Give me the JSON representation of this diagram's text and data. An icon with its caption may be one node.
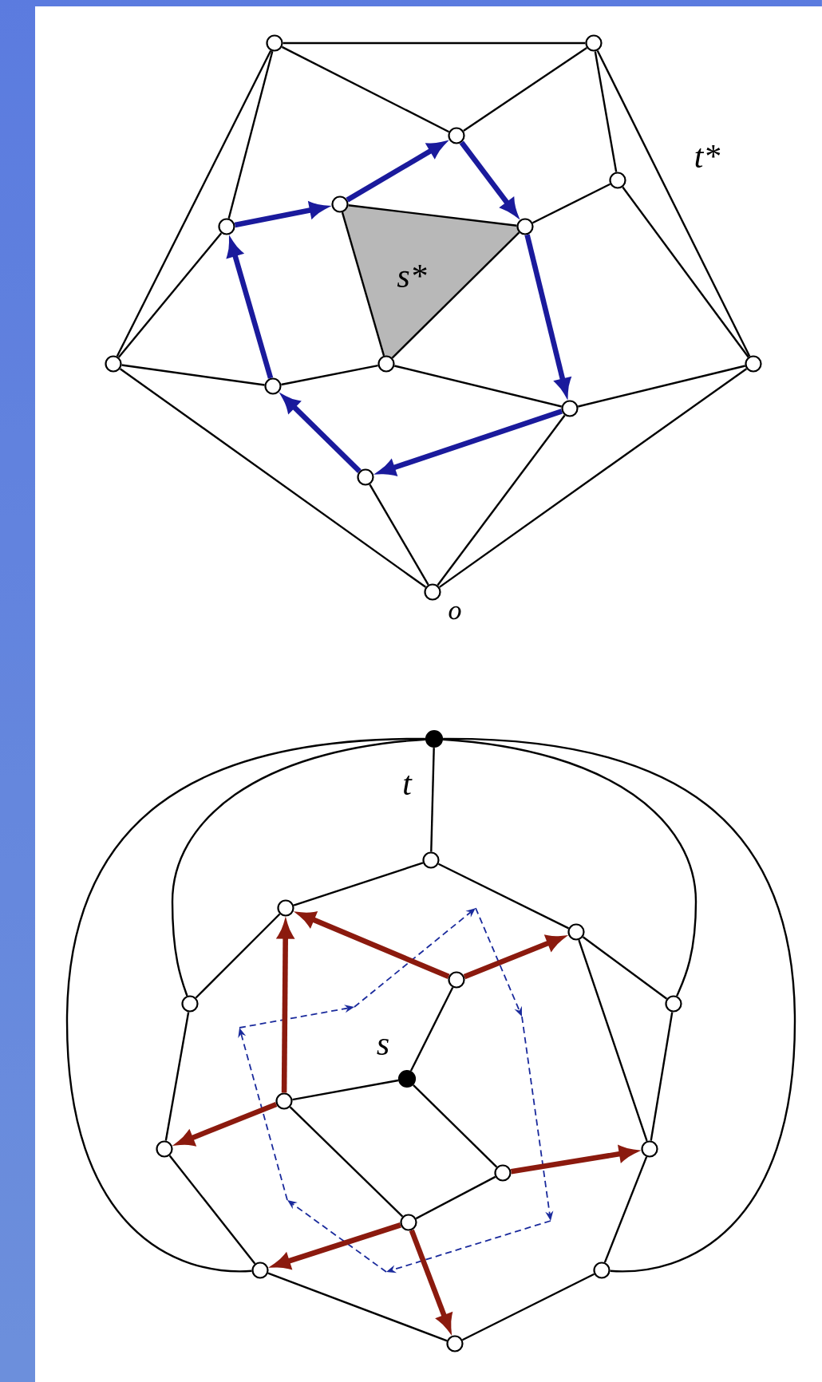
{
  "diagram": {
    "nodes": [
      {
        "text": [],
        "shape": "circle"
      },
      {
        "text": [],
        "shape": "circle"
      },
      {
        "text": [],
        "shape": "circle"
      },
      {
        "text": [],
        "shape": "circle"
      },
      {
        "text": [],
        "shape": "circle"
      },
      {
        "text": [],
        "shape": "circle"
      },
      {
        "text": [],
        "shape": "circle"
      },
      {
        "text": [],
        "shape": "circle"
      },
      {
        "text": [],
        "shape": "circle"
      },
      {
        "text": [],
        "shape": "circle"
      },
      {
        "text": [],
        "shape": "circle"
      },
      {
        "text": [],
        "shape": "circle"
      },
      {
        "text": [],
        "shape": "circle"
      },
      {
        "text": [],
        "shape": "circle",
        "beside": [
          "o"
        ]
      },
      {
        "text": [],
        "shape": "dot"
      },
      {
        "text": [],
        "shape": "circle"
      },
      {
        "text": [],
        "shape": "circle"
      },
      {
        "text": [],
        "shape": "circle"
      },
      {
        "text": [],
        "shape": "circle"
      },
      {
        "text": [],
        "shape": "circle"
      },
      {
        "text": [],
        "shape": "circle"
      },
      {
        "text": [],
        "shape": "dot"
      },
      {
        "text": [],
        "shape": "circle"
      },
      {
        "text": [],
        "shape": "circle"
      },
      {
        "text": [],
        "shape": "circle"
      },
      {
        "text": [],
        "shape": "circle"
      },
      {
        "text": [],
        "shape": "circle"
      },
      {
        "text": [],
        "shape": "circle"
      },
      {
        "text": [],
        "shape": "circle"
      },
      {
        "text": [],
        "shape": "circle"
      }
    ],
    "edges": [
      {
        "from": 0,
        "to": 1,
        "arrow": "none"
      },
      {
        "from": 0,
        "to": 2,
        "arrow": "none"
      },
      {
        "from": 2,
        "to": 1,
        "arrow": "none"
      },
      {
        "from": 0,
        "to": 7,
        "arrow": "none"
      },
      {
        "from": 0,
        "to": 5,
        "arrow": "none"
      },
      {
        "from": 1,
        "to": 3,
        "arrow": "none"
      },
      {
        "from": 1,
        "to": 10,
        "arrow": "none"
      },
      {
        "from": 3,
        "to": 6,
        "arrow": "none"
      },
      {
        "from": 3,
        "to": 10,
        "arrow": "none"
      },
      {
        "from": 4,
        "to": 6,
        "arrow": "none"
      },
      {
        "from": 4,
        "to": 8,
        "arrow": "none"
      },
      {
        "from": 6,
        "to": 8,
        "arrow": "none"
      },
      {
        "from": 7,
        "to": 5,
        "arrow": "none"
      },
      {
        "from": 7,
        "to": 9,
        "arrow": "none"
      },
      {
        "from": 7,
        "to": 13,
        "arrow": "none"
      },
      {
        "from": 9,
        "to": 8,
        "arrow": "none"
      },
      {
        "from": 8,
        "to": 11,
        "arrow": "none"
      },
      {
        "from": 11,
        "to": 10,
        "arrow": "none"
      },
      {
        "from": 11,
        "to": 13,
        "arrow": "none"
      },
      {
        "from": 12,
        "to": 13,
        "arrow": "none"
      },
      {
        "from": 10,
        "to": 13,
        "arrow": "none"
      },
      {
        "from": 5,
        "to": 4,
        "arrow": "to",
        "style": "thick",
        "color": "#1a1a9c"
      },
      {
        "from": 4,
        "to": 2,
        "arrow": "to",
        "style": "thick",
        "color": "#1a1a9c"
      },
      {
        "from": 2,
        "to": 6,
        "arrow": "to",
        "style": "thick",
        "color": "#1a1a9c"
      },
      {
        "from": 6,
        "to": 11,
        "arrow": "to",
        "style": "thick",
        "color": "#1a1a9c"
      },
      {
        "from": 11,
        "to": 12,
        "arrow": "to",
        "style": "thick",
        "color": "#1a1a9c"
      },
      {
        "from": 12,
        "to": 9,
        "arrow": "to",
        "style": "thick",
        "color": "#1a1a9c"
      },
      {
        "from": 9,
        "to": 5,
        "arrow": "to",
        "style": "thick",
        "color": "#1a1a9c"
      },
      {
        "from": 14,
        "to": 15,
        "arrow": "none"
      },
      {
        "from": 14,
        "to": 27,
        "arrow": "none"
      },
      {
        "from": 14,
        "to": 19,
        "arrow": "none"
      },
      {
        "from": 14,
        "to": 20,
        "arrow": "none"
      },
      {
        "from": 14,
        "to": 28,
        "arrow": "none"
      },
      {
        "from": 15,
        "to": 16,
        "arrow": "none"
      },
      {
        "from": 15,
        "to": 17,
        "arrow": "none"
      },
      {
        "from": 16,
        "to": 19,
        "arrow": "none"
      },
      {
        "from": 17,
        "to": 20,
        "arrow": "none"
      },
      {
        "from": 17,
        "to": 24,
        "arrow": "none"
      },
      {
        "from": 19,
        "to": 23,
        "arrow": "none"
      },
      {
        "from": 20,
        "to": 24,
        "arrow": "none"
      },
      {
        "from": 23,
        "to": 27,
        "arrow": "none"
      },
      {
        "from": 27,
        "to": 29,
        "arrow": "none"
      },
      {
        "from": 29,
        "to": 28,
        "arrow": "none"
      },
      {
        "from": 28,
        "to": 24,
        "arrow": "none"
      },
      {
        "from": 18,
        "to": 21,
        "arrow": "none"
      },
      {
        "from": 21,
        "to": 22,
        "arrow": "none"
      },
      {
        "from": 21,
        "to": 25,
        "arrow": "none"
      },
      {
        "from": 22,
        "to": 26,
        "arrow": "none"
      },
      {
        "from": 25,
        "to": 26,
        "arrow": "none"
      },
      {
        "from": 18,
        "to": 16,
        "arrow": "to",
        "style": "thick",
        "color": "#8b1a0e"
      },
      {
        "from": 18,
        "to": 17,
        "arrow": "to",
        "style": "thick",
        "color": "#8b1a0e"
      },
      {
        "from": 22,
        "to": 16,
        "arrow": "to",
        "style": "thick",
        "color": "#8b1a0e"
      },
      {
        "from": 22,
        "to": 23,
        "arrow": "to",
        "style": "thick",
        "color": "#8b1a0e"
      },
      {
        "from": 25,
        "to": 24,
        "arrow": "to",
        "style": "thick",
        "color": "#8b1a0e"
      },
      {
        "from": 26,
        "to": 27,
        "arrow": "to",
        "style": "thick",
        "color": "#8b1a0e"
      },
      {
        "from": 26,
        "to": 29,
        "arrow": "to",
        "style": "thick",
        "color": "#8b1a0e"
      }
    ],
    "labels": [
      "t*",
      "s*",
      "t",
      "s"
    ]
  }
}
